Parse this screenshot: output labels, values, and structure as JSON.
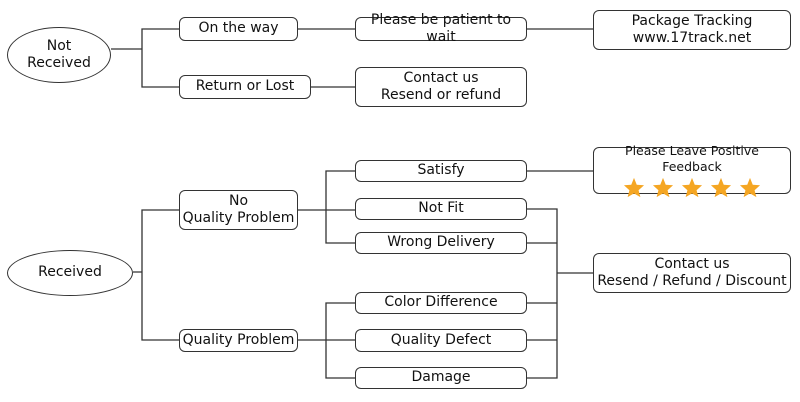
{
  "not_received": {
    "root_line1": "Not",
    "root_line2": "Received",
    "on_the_way": "On the way",
    "be_patient": "Please be patient to wait",
    "tracking_line1": "Package Tracking",
    "tracking_line2": "www.17track.net",
    "return_or_lost": "Return or Lost",
    "contact_line1": "Contact us",
    "contact_line2": "Resend or refund"
  },
  "received": {
    "root": "Received",
    "no_quality_line1": "No",
    "no_quality_line2": "Quality Problem",
    "quality_problem": "Quality Problem",
    "satisfy": "Satisfy",
    "not_fit": "Not Fit",
    "wrong_delivery": "Wrong Delivery",
    "color_difference": "Color Difference",
    "quality_defect": "Quality Defect",
    "damage": "Damage",
    "feedback": "Please Leave Positive Feedback",
    "contact_line1": "Contact us",
    "contact_line2": "Resend / Refund / Discount"
  },
  "stars": {
    "count": 5,
    "color": "#F5A623",
    "icon": "star-icon"
  },
  "colors": {
    "stroke": "#333333",
    "background": "#ffffff"
  }
}
